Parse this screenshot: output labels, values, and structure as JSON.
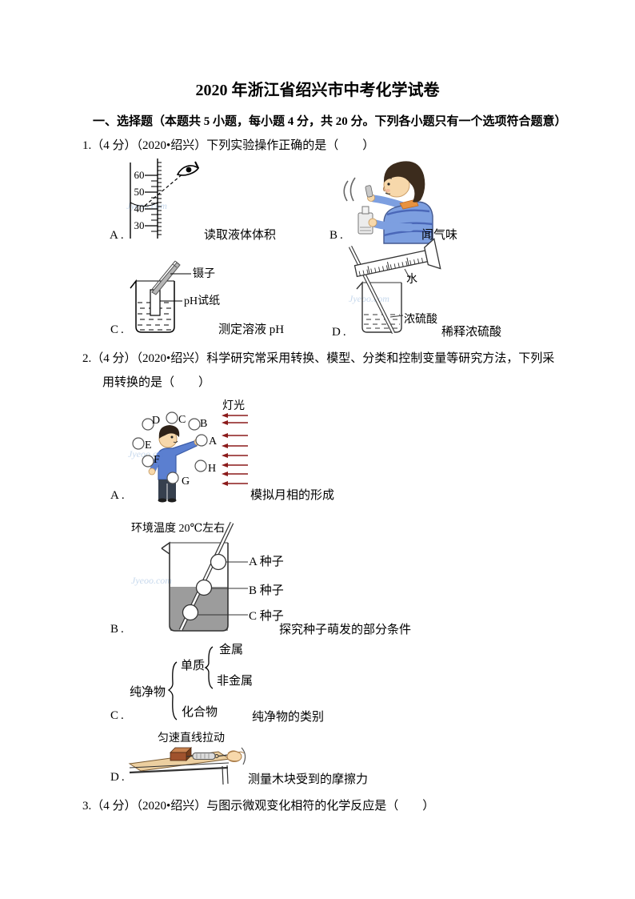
{
  "page": {
    "title": "2020 年浙江省绍兴市中考化学试卷",
    "section_heading": "一、选择题（本题共 5 小题，每小题 4 分，共 20 分。下列各小题只有一个选项符合题意）",
    "watermark": "Jyeoo.com"
  },
  "q1": {
    "line": "1.（4 分）（2020•绍兴）下列实验操作正确的是（　　）",
    "options": [
      {
        "label": "A.",
        "caption": "读取液体体积"
      },
      {
        "label": "B.",
        "caption": "闻气味"
      },
      {
        "label": "C.",
        "caption": "测定溶液 pH"
      },
      {
        "label": "D.",
        "caption": "稀释浓硫酸"
      }
    ],
    "figA": {
      "scale": [
        "60",
        "50",
        "40",
        "30"
      ]
    },
    "figC": {
      "tweezers": "镊子",
      "paper": "pH试纸"
    },
    "figD": {
      "water": "水",
      "acid": "浓硫酸"
    }
  },
  "q2": {
    "line1": "2.（4 分）（2020•绍兴）科学研究常采用转换、模型、分类和控制变量等研究方法，下列采",
    "line2": "用转换的是（　　）",
    "options": [
      {
        "label": "A.",
        "caption": "模拟月相的形成"
      },
      {
        "label": "B.",
        "caption": "探究种子萌发的部分条件"
      },
      {
        "label": "C.",
        "caption": "纯净物的类别"
      },
      {
        "label": "D.",
        "caption": "测量木块受到的摩擦力"
      }
    ],
    "figA": {
      "light": "灯光",
      "moons": [
        "D",
        "C",
        "B",
        "A",
        "E",
        "F",
        "G",
        "H"
      ]
    },
    "figB": {
      "temp": "环境温度 20℃左右",
      "seeds": [
        "A 种子",
        "B 种子",
        "C 种子"
      ]
    },
    "figC": {
      "root": "纯净物",
      "branch_element": "单质",
      "leaf_metal": "金属",
      "leaf_nonmetal": "非金属",
      "branch_compound": "化合物"
    },
    "figD": {
      "pull": "匀速直线拉动"
    }
  },
  "q3": {
    "line": "3.（4 分）（2020•绍兴）与图示微观变化相符的化学反应是（　　）"
  },
  "colors": {
    "light_arrow_red": "#8b1a1a",
    "water_gray": "#9c9c9c",
    "table_tan": "#eccfa0",
    "block_brown": "#a0522d",
    "sweater_blue": "#7d9fe0"
  }
}
